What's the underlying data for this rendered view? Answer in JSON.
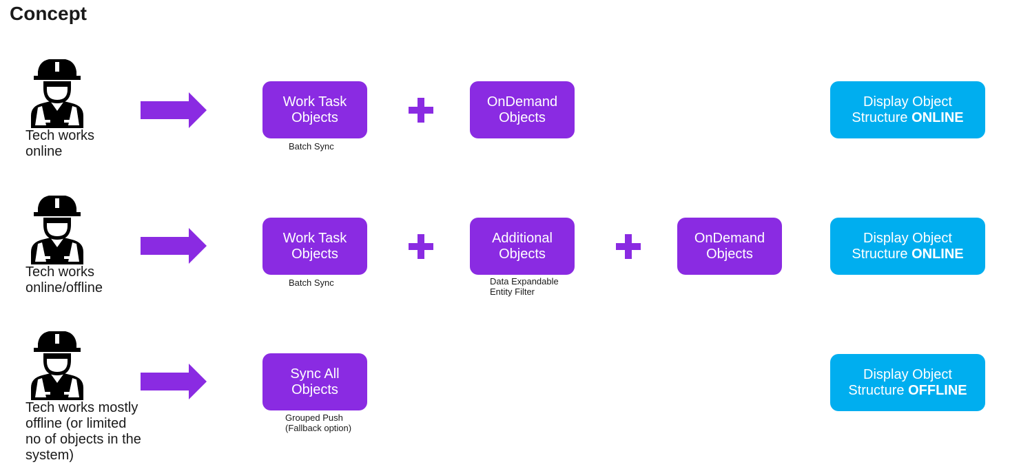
{
  "title": "Concept",
  "colors": {
    "purple": "#8a2be2",
    "blue": "#00aeef",
    "text": "#1a1a1a"
  },
  "icons": {
    "worker": "construction-worker-icon",
    "arrow": "right-arrow-icon",
    "plus": "plus-icon"
  },
  "rows": [
    {
      "tech_label": [
        "Tech works",
        "online"
      ],
      "boxes": [
        {
          "lines": [
            "Work Task",
            "Objects"
          ],
          "note": [
            "Batch Sync"
          ]
        },
        {
          "lines": [
            "OnDemand",
            "Objects"
          ],
          "note": []
        }
      ],
      "result": {
        "line1": "Display Object",
        "line2_prefix": "Structure ",
        "line2_bold": "ONLINE"
      }
    },
    {
      "tech_label": [
        "Tech works",
        "online/offline"
      ],
      "boxes": [
        {
          "lines": [
            "Work Task",
            "Objects"
          ],
          "note": [
            "Batch Sync"
          ]
        },
        {
          "lines": [
            "Additional",
            "Objects"
          ],
          "note": [
            "Data Expandable",
            "Entity Filter"
          ]
        },
        {
          "lines": [
            "OnDemand",
            "Objects"
          ],
          "note": []
        }
      ],
      "result": {
        "line1": "Display Object",
        "line2_prefix": "Structure ",
        "line2_bold": "ONLINE"
      }
    },
    {
      "tech_label": [
        "Tech works mostly",
        "offline (or limited",
        "no of objects in the",
        "system)"
      ],
      "boxes": [
        {
          "lines": [
            "Sync All",
            "Objects"
          ],
          "note": [
            "Grouped Push",
            "(Fallback option)"
          ]
        }
      ],
      "result": {
        "line1": "Display Object",
        "line2_prefix": "Structure ",
        "line2_bold": "OFFLINE"
      }
    }
  ]
}
